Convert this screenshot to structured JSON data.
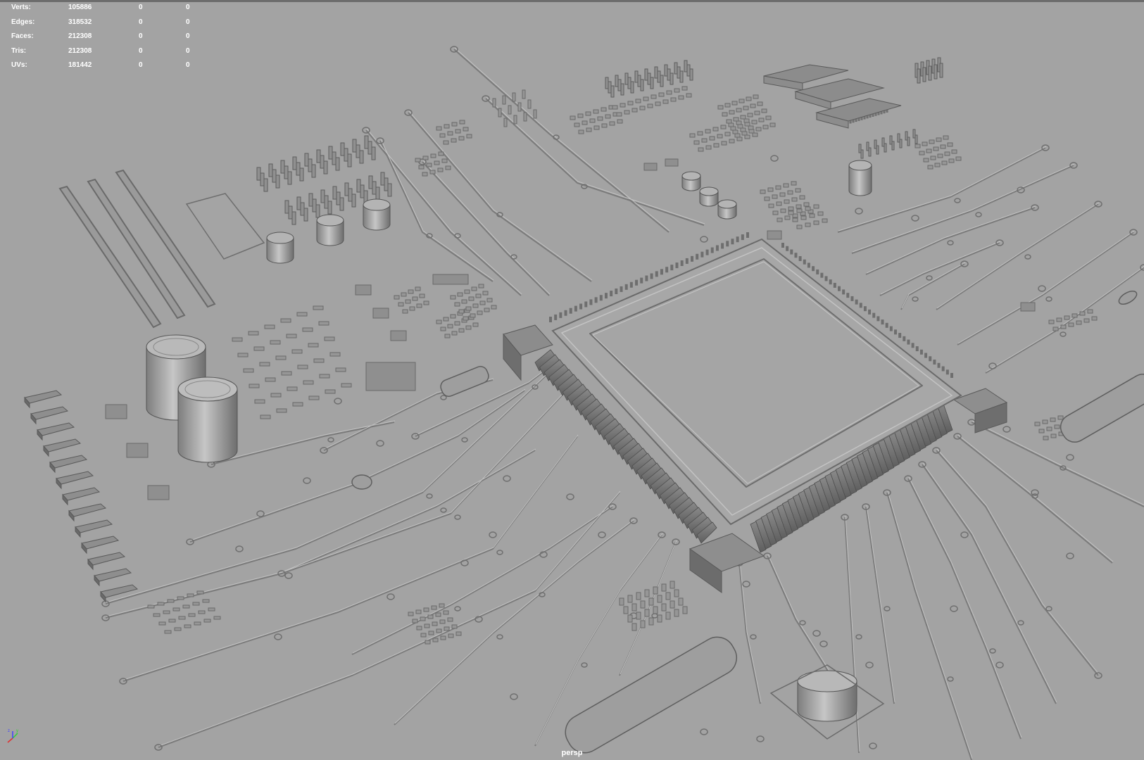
{
  "hud": {
    "rows": [
      {
        "label": "Verts:",
        "values": [
          "105886",
          "0",
          "0"
        ]
      },
      {
        "label": "Edges:",
        "values": [
          "318532",
          "0",
          "0"
        ]
      },
      {
        "label": "Faces:",
        "values": [
          "212308",
          "0",
          "0"
        ]
      },
      {
        "label": "Tris:",
        "values": [
          "212308",
          "0",
          "0"
        ]
      },
      {
        "label": "UVs:",
        "values": [
          "181442",
          "0",
          "0"
        ]
      }
    ]
  },
  "viewport": {
    "camera": "persp",
    "background_color": "#a2a2a2"
  },
  "axis_gizmo": {
    "x_color": "#e03030",
    "y_color": "#30d030",
    "z_color": "#4040ff"
  }
}
